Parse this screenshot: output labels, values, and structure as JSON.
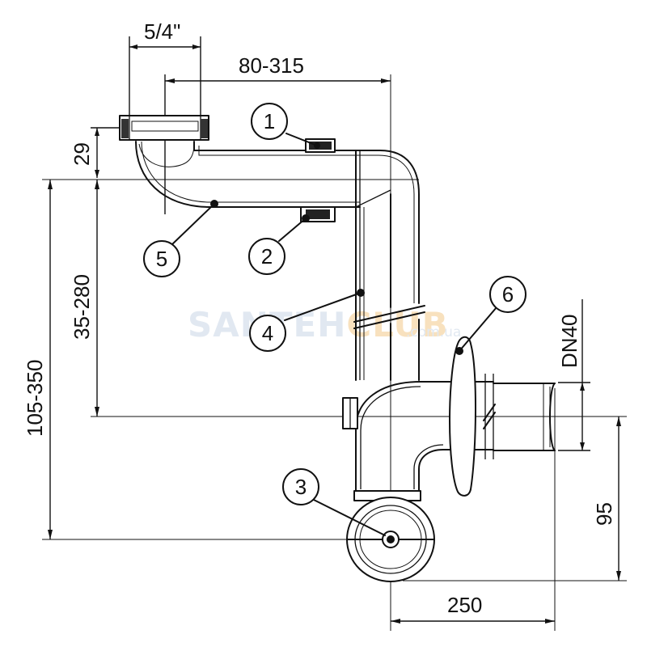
{
  "dimensions": {
    "thread_size": "5/4\"",
    "horizontal_range": "80-315",
    "height_29": "29",
    "range_35_280": "35-280",
    "range_105_350": "105-350",
    "pipe_dn": "DN40",
    "height_95": "95",
    "width_250": "250"
  },
  "callouts": [
    "1",
    "2",
    "3",
    "4",
    "5",
    "6"
  ],
  "watermark": {
    "text_light": "SANTEH",
    "text_accent": "CLUB",
    "domain": ".com.ua",
    "color_light": "#c9d7e6",
    "color_accent": "#f3c98a"
  }
}
